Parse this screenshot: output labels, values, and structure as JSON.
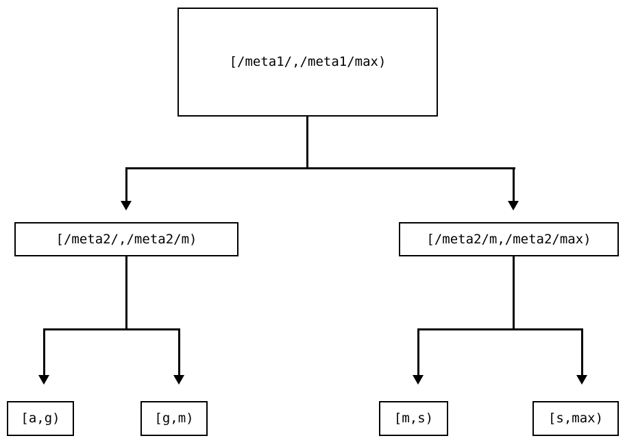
{
  "diagram": {
    "type": "interval-partition-tree",
    "orientation": "top-down",
    "background_color": "#ffffff",
    "line_color": "#000000",
    "text_color": "#000000",
    "nodes": {
      "root": {
        "label": "[/meta1/,/meta1/max)",
        "level": 0
      },
      "mid_left": {
        "label": "[/meta2/,/meta2/m)",
        "level": 1
      },
      "mid_right": {
        "label": "[/meta2/m,/meta2/max)",
        "level": 1
      },
      "leaf_ag": {
        "label": "[a,g)",
        "level": 2
      },
      "leaf_gm": {
        "label": "[g,m)",
        "level": 2
      },
      "leaf_ms": {
        "label": "[m,s)",
        "level": 2
      },
      "leaf_smax": {
        "label": "[s,max)",
        "level": 2
      }
    },
    "edges": [
      {
        "from": "root",
        "to": "mid_left",
        "arrow": "down"
      },
      {
        "from": "root",
        "to": "mid_right",
        "arrow": "down"
      },
      {
        "from": "mid_left",
        "to": "leaf_ag",
        "arrow": "down"
      },
      {
        "from": "mid_left",
        "to": "leaf_gm",
        "arrow": "down"
      },
      {
        "from": "mid_right",
        "to": "leaf_ms",
        "arrow": "down"
      },
      {
        "from": "mid_right",
        "to": "leaf_smax",
        "arrow": "down"
      }
    ]
  }
}
